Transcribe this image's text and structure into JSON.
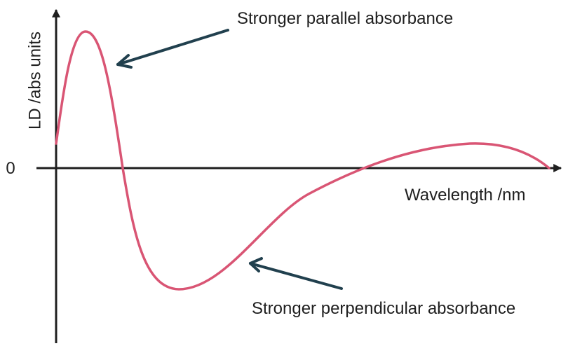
{
  "diagram": {
    "ylabel": "LD /abs units",
    "xlabel": "Wavelength /nm",
    "zero_label": "0",
    "annotations": {
      "parallel": "Stronger parallel absorbance",
      "perpendicular": "Stronger perpendicular absorbance"
    },
    "colors": {
      "curve": "#d95574",
      "axis": "#1f1f1f",
      "arrow": "#21404e"
    }
  }
}
